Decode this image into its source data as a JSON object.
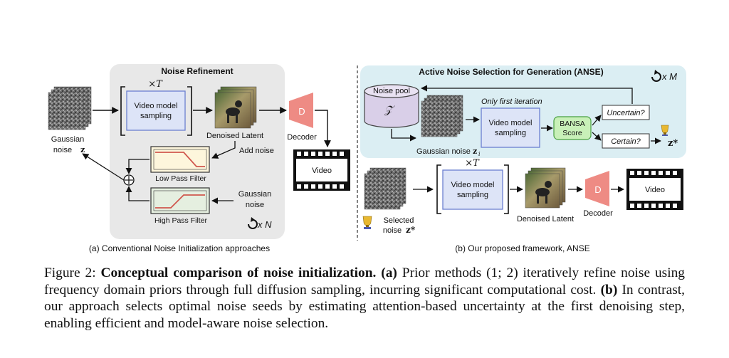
{
  "left_panel": {
    "group_title": "Noise Refinement",
    "times_t": "×T",
    "video_model": [
      "Video model",
      "sampling"
    ],
    "denoised_latent": "Denoised Latent",
    "decoder_letter": "D",
    "decoder_label": "Decoder",
    "video_label": "Video",
    "gaussian_noise": [
      "Gaussian",
      "noise"
    ],
    "z_symbol": "z",
    "add_noise": "Add noise",
    "low_pass": "Low Pass Filter",
    "high_pass": "High Pass Filter",
    "gaussian_noise2": [
      "Gaussian",
      "noise"
    ],
    "repeat_label": "x N",
    "sublabel": "(a) Conventional Noise Initialization approaches"
  },
  "right_panel": {
    "group_title": "Active Noise Selection for Generation (ANSE)",
    "repeat_label": "x M",
    "noise_pool": "Noise pool",
    "pool_symbol": "𝒵",
    "only_first": "Only first iteration",
    "video_model_top": [
      "Video model",
      "sampling"
    ],
    "bansa": [
      "BANSA",
      "Score"
    ],
    "uncertain": "Uncertain?",
    "certain": "Certain?",
    "z_star": "z*",
    "gaussian_noise_zi": "Gaussian noise",
    "zi_symbol": "z",
    "zi_sub": "i",
    "times_t": "×T",
    "video_model_bottom": [
      "Video model",
      "sampling"
    ],
    "denoised_latent": "Denoised Latent",
    "decoder_letter": "D",
    "decoder_label": "Decoder",
    "video_label": "Video",
    "selected": [
      "Selected",
      "noise"
    ],
    "selected_symbol": "z*",
    "sublabel": "(b) Our proposed framework, ANSE"
  },
  "caption": {
    "prefix": "Figure 2: ",
    "bold_title": "Conceptual comparison of noise initialization.",
    "a_tag": "(a)",
    "a_text": " Prior methods (1; 2) iteratively refine noise using frequency domain priors through full diffusion sampling, incurring significant computational cost. ",
    "b_tag": "(b)",
    "b_text": " In contrast, our approach selects optimal noise seeds by estimating attention-based uncertainty at the first denoising step, enabling efficient and model-aware noise selection."
  },
  "colors": {
    "group_bg": "#e8e8e8",
    "anse_bg": "#dbeef3",
    "model_box": "#dde4f7",
    "model_border": "#6b7fd0",
    "decoder": "#ee8b84",
    "bansa": "#c8f0b8",
    "pool": "#d9cfe8",
    "filter_bg": "#fdf6dc",
    "filter_line": "#d0584e"
  }
}
